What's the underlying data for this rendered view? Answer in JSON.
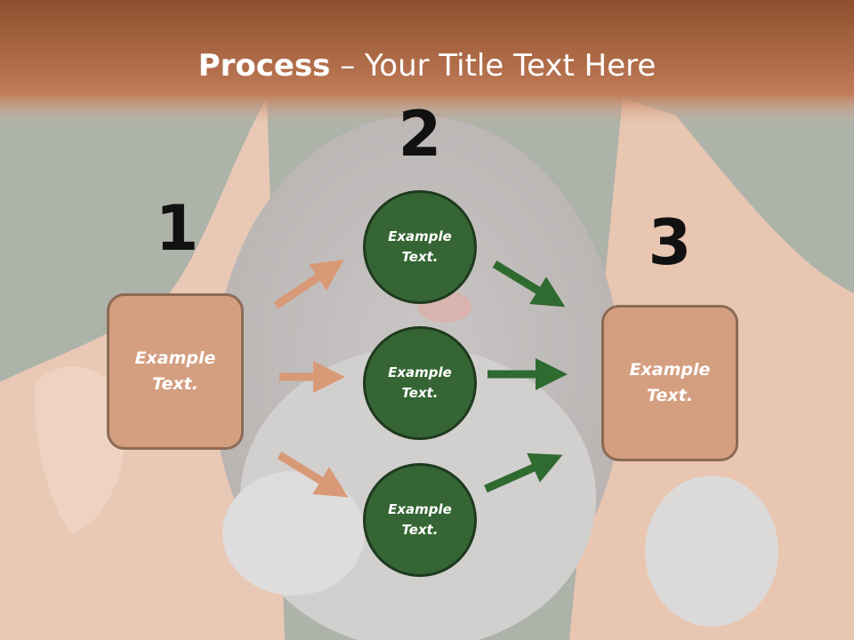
{
  "header": {
    "title_bold": "Process",
    "title_rest": " – Your Title Text Here"
  },
  "steps": [
    {
      "number": "1",
      "box_text": "Example\nText."
    },
    {
      "number": "2",
      "circles": [
        "Example\nText.",
        "Example\nText.",
        "Example\nText."
      ]
    },
    {
      "number": "3",
      "box_text": "Example\nText."
    }
  ],
  "colors": {
    "header_band": "#b0603a",
    "box_fill": "#d49e80",
    "box_border": "#8c6a55",
    "circle_fill": "#356534",
    "arrow_orange": "#d89a76",
    "arrow_green": "#2f6a30"
  }
}
